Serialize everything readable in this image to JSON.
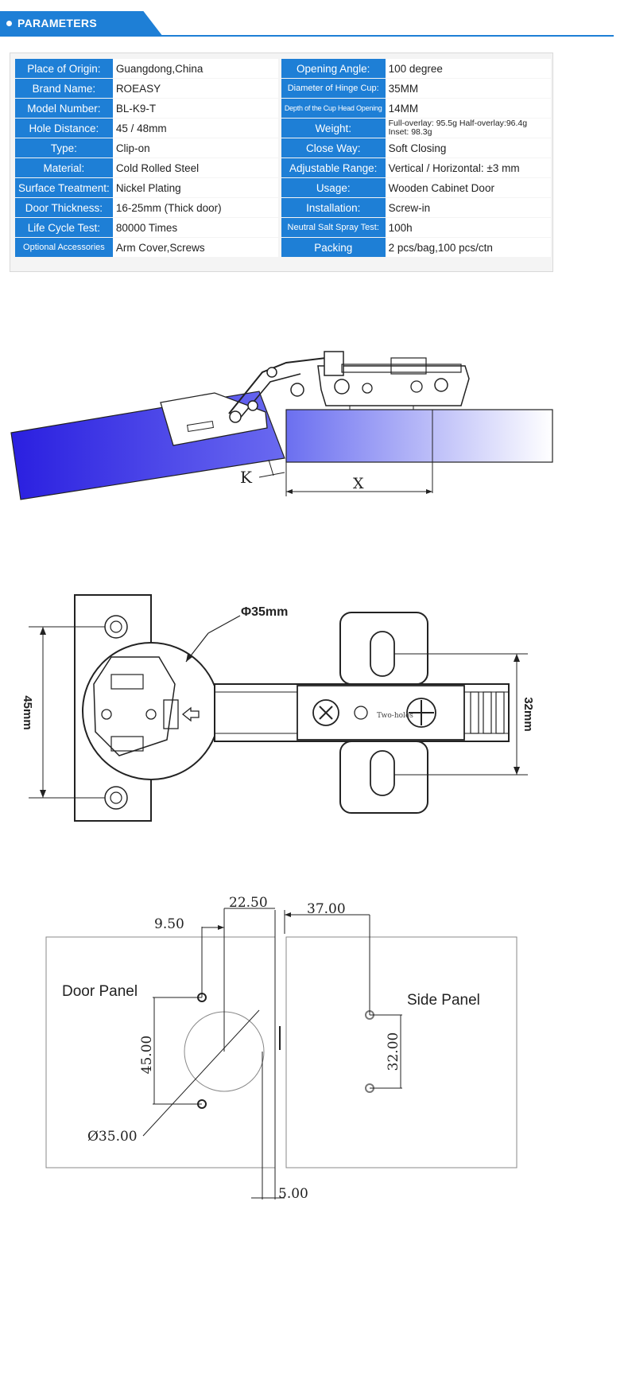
{
  "header": {
    "title": "PARAMETERS",
    "accent": "#1e7fd6"
  },
  "params": {
    "left": [
      {
        "label": "Place of Origin:",
        "value": "Guangdong,China"
      },
      {
        "label": "Brand Name:",
        "value": "ROEASY"
      },
      {
        "label": "Model Number:",
        "value": "BL-K9-T"
      },
      {
        "label": "Hole Distance:",
        "value": "45 / 48mm"
      },
      {
        "label": "Type:",
        "value": "Clip-on"
      },
      {
        "label": "Material:",
        "value": "Cold Rolled Steel"
      },
      {
        "label": "Surface Treatment:",
        "value": "Nickel Plating"
      },
      {
        "label": "Door Thickness:",
        "value": "16-25mm (Thick door)"
      },
      {
        "label": "Life Cycle Test:",
        "value": "80000 Times"
      },
      {
        "label": "Optional Accessories",
        "value": "Arm Cover,Screws"
      }
    ],
    "right": [
      {
        "label": "Opening Angle:",
        "value": "100 degree"
      },
      {
        "label": "Diameter of Hinge Cup:",
        "value": "35MM"
      },
      {
        "label": "Depth of the Cup Head Opening",
        "value": "14MM"
      },
      {
        "label": "Weight:",
        "value": "Full-overlay: 95.5g   Half-overlay:96.4g",
        "value2": "Inset: 98.3g"
      },
      {
        "label": "Close Way:",
        "value": "Soft Closing"
      },
      {
        "label": "Adjustable Range:",
        "value": "Vertical / Horizontal: ±3 mm"
      },
      {
        "label": "Usage:",
        "value": "Wooden Cabinet Door"
      },
      {
        "label": "Installation:",
        "value": "Screw-in"
      },
      {
        "label": "Neutral Salt Spray Test:",
        "value": "100h"
      },
      {
        "label": "Packing",
        "value": "2 pcs/bag,100 pcs/ctn"
      }
    ]
  },
  "side_view": {
    "label_k": "K",
    "label_x": "X",
    "door_color": "#2a1fe0"
  },
  "top_view": {
    "cup_label": "Φ35mm",
    "hole_distance_label": "45mm",
    "plate_distance_label": "32mm",
    "plate_text": "Two-holes"
  },
  "drill_plan": {
    "door_panel_label": "Door Panel",
    "side_panel_label": "Side Panel",
    "dim_22_50": "22.50",
    "dim_9_50": "9.50",
    "dim_37_00": "37.00",
    "dim_45_00": "45.00",
    "dim_32_00": "32.00",
    "dim_35_00": "Ø35.00",
    "dim_5_00": "5.00"
  }
}
